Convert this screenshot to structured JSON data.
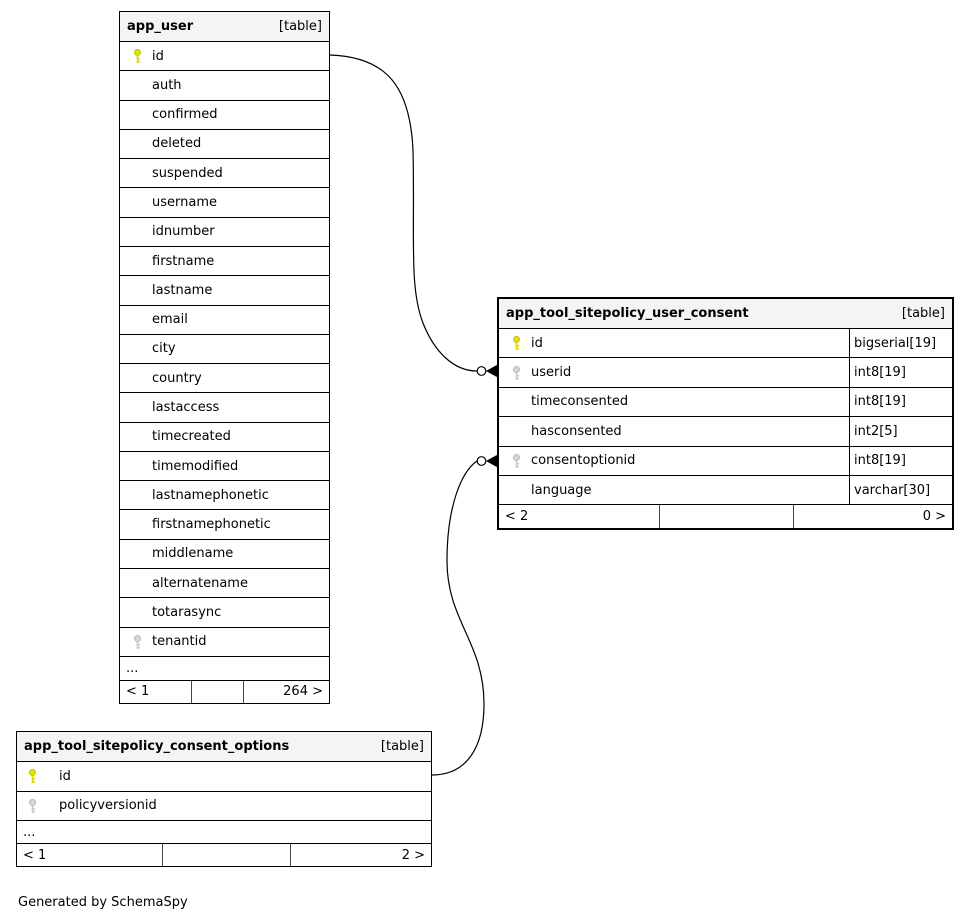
{
  "diagram": {
    "generated_by": "Generated by SchemaSpy",
    "colors": {
      "header_bg": "#f4f4f4",
      "border": "#000000",
      "primary_key_icon": "#e4e400",
      "foreign_key_icon": "#d6d6d6"
    },
    "tables": [
      {
        "name": "app_user",
        "type_label": "[table]",
        "columns": [
          {
            "name": "id",
            "key": "pk"
          },
          {
            "name": "auth",
            "key": ""
          },
          {
            "name": "confirmed",
            "key": ""
          },
          {
            "name": "deleted",
            "key": ""
          },
          {
            "name": "suspended",
            "key": ""
          },
          {
            "name": "username",
            "key": ""
          },
          {
            "name": "idnumber",
            "key": ""
          },
          {
            "name": "firstname",
            "key": ""
          },
          {
            "name": "lastname",
            "key": ""
          },
          {
            "name": "email",
            "key": ""
          },
          {
            "name": "city",
            "key": ""
          },
          {
            "name": "country",
            "key": ""
          },
          {
            "name": "lastaccess",
            "key": ""
          },
          {
            "name": "timecreated",
            "key": ""
          },
          {
            "name": "timemodified",
            "key": ""
          },
          {
            "name": "lastnamephonetic",
            "key": ""
          },
          {
            "name": "firstnamephonetic",
            "key": ""
          },
          {
            "name": "middlename",
            "key": ""
          },
          {
            "name": "alternatename",
            "key": ""
          },
          {
            "name": "totarasync",
            "key": ""
          },
          {
            "name": "tenantid",
            "key": "fk"
          }
        ],
        "ellipsis": "...",
        "footer": {
          "left": "< 1",
          "middle": "",
          "right": "264 >"
        }
      },
      {
        "name": "app_tool_sitepolicy_user_consent",
        "type_label": "[table]",
        "columns": [
          {
            "name": "id",
            "key": "pk",
            "type": "bigserial[19]"
          },
          {
            "name": "userid",
            "key": "fk",
            "type": "int8[19]"
          },
          {
            "name": "timeconsented",
            "key": "",
            "type": "int8[19]"
          },
          {
            "name": "hasconsented",
            "key": "",
            "type": "int2[5]"
          },
          {
            "name": "consentoptionid",
            "key": "fk",
            "type": "int8[19]"
          },
          {
            "name": "language",
            "key": "",
            "type": "varchar[30]"
          }
        ],
        "footer": {
          "left": "< 2",
          "middle": "",
          "right": "0 >"
        }
      },
      {
        "name": "app_tool_sitepolicy_consent_options",
        "type_label": "[table]",
        "columns": [
          {
            "name": "id",
            "key": "pk"
          },
          {
            "name": "policyversionid",
            "key": "fk"
          }
        ],
        "ellipsis": "...",
        "footer": {
          "left": "< 1",
          "middle": "",
          "right": "2 >"
        }
      }
    ],
    "relationships": [
      {
        "from": "app_user.id",
        "to": "app_tool_sitepolicy_user_consent.userid"
      },
      {
        "from": "app_tool_sitepolicy_consent_options.id",
        "to": "app_tool_sitepolicy_user_consent.consentoptionid"
      }
    ]
  }
}
